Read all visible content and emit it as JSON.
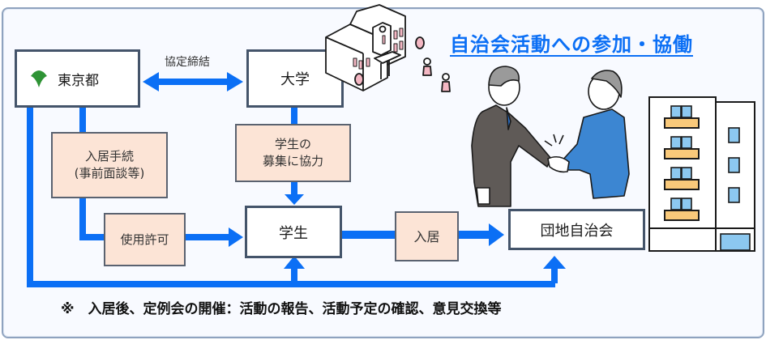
{
  "title": "自治会活動への参加・協働",
  "nodes": {
    "tokyo": "東京都",
    "university": "大学",
    "student": "学生",
    "association": "団地自治会"
  },
  "labels": {
    "agreement": "協定締結"
  },
  "process_boxes": {
    "move_in_procedure_line1": "入居手続",
    "move_in_procedure_line2": "(事前面談等)",
    "recruit_line1": "学生の",
    "recruit_line2": "募集に協力",
    "use_permission": "使用許可",
    "move_in": "入居"
  },
  "footnote": "※　入居後、定例会の開催：活動の報告、活動予定の確認、意見交換等",
  "colors": {
    "arrow": "#0b6ff5",
    "title": "#0b6ff5",
    "process_fill": "#fce4d6",
    "box_border": "#44546a",
    "tokyo_logo": "#2e9335"
  },
  "illustrations": [
    "university-building-icon",
    "students-walking-icon",
    "handshake-icon",
    "apartment-building-icon"
  ]
}
